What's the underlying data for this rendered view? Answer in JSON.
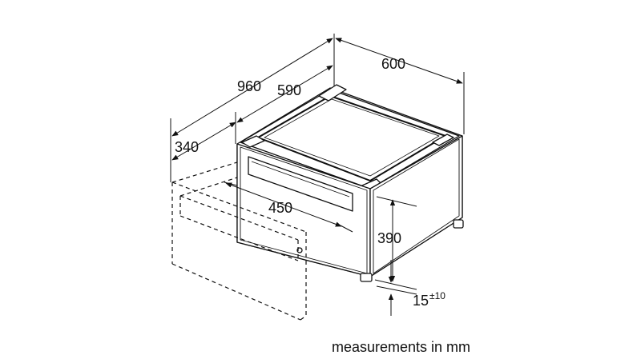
{
  "dimensions": {
    "total_depth": "960",
    "width": "600",
    "body_depth": "590",
    "drawer_extension": "340",
    "drawer_width": "450",
    "height": "390",
    "foot_adjust_base": "15",
    "foot_adjust_tolerance": "±10"
  },
  "caption": "measurements in mm",
  "colors": {
    "line": "#111111",
    "background": "#ffffff"
  }
}
